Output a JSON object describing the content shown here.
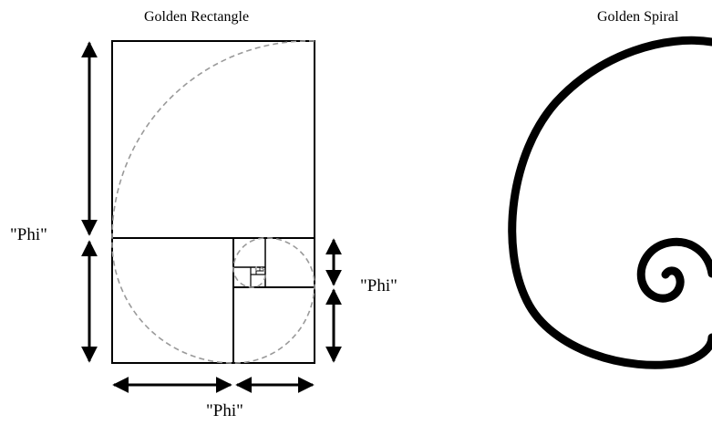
{
  "left_figure": {
    "title": "Golden Rectangle",
    "label_left": "\"Phi\"",
    "label_right": "\"Phi\"",
    "label_bottom": "\"Phi\""
  },
  "right_figure": {
    "title": "Golden Spiral"
  },
  "colors": {
    "stroke": "#000000",
    "spiral_dashed": "#9a9a9a",
    "background": "#ffffff"
  }
}
